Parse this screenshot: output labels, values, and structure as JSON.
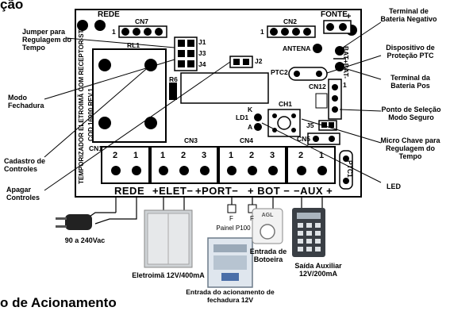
{
  "page": {
    "heading_top": "ção",
    "heading_bottom": "o de Acionamento"
  },
  "board": {
    "connectors": {
      "rede": "REDE",
      "cn7": "CN7",
      "cn7_pin": "1",
      "cn2": "CN2",
      "cn2_pin": "1",
      "fonte": "FONTE",
      "fonte_plus": "+",
      "antena": "ANTENA",
      "rl1": "RL1",
      "j1": "J1",
      "j3": "J3",
      "j4": "J4",
      "j2": "J2",
      "r6": "R6",
      "ptc2": "PTC2",
      "bat": "BAT+BAT-",
      "cn12": "CN12",
      "cn12_pin": "1",
      "ch1": "CH1",
      "ld1": "LD1",
      "k": "K",
      "a": "A",
      "j5": "J5",
      "cn5": "CN5",
      "cn1": "CN1",
      "cn3": "CN3",
      "cn4": "CN4",
      "ptc1": "PTC1"
    },
    "vertical_text": [
      "TEMPORIZADOR ELETROIMÃ COM RECEPTOR-ST",
      "COD 16000 REV.1"
    ],
    "pins": {
      "cn1": [
        "2",
        "1"
      ],
      "cn3": [
        "1",
        "2",
        "3"
      ],
      "cn4": [
        "1",
        "2",
        "3"
      ],
      "cn5": [
        "2",
        "1"
      ]
    },
    "bus_labels": [
      "REDE",
      "+ELET−",
      "+PORT−",
      "+ BOT −",
      "−AUX +"
    ]
  },
  "callouts": {
    "jumper": "Jumper para Regulagem do Tempo",
    "modo_fechadura": "Modo Fechadura",
    "cadastro": "Cadastro de Controles",
    "apagar": "Apagar Controles",
    "bat_neg": "Terminal de Bateria Negativo",
    "ptc": "Dispositivo de Proteção PTC",
    "bat_pos": "Terminal da Bateria Pos",
    "modo_seguro": "Ponto de Seleção Modo Seguro",
    "micro_chave": "Micro Chave para Regulagem do Tempo",
    "led": "LED"
  },
  "devices": {
    "power": "90 a 240Vac",
    "eletroima": "Eletroimã 12V/400mA",
    "porteiro_f1": "F",
    "porteiro_f2": "F",
    "painel": "Painel P100",
    "entrada_fechadura": "Entrada do acionamento de fechadura 12V",
    "agl": "AGL",
    "botoeira": "Entrada de Botoeira",
    "aux": "Saída Auxiliar 12V/200mA"
  }
}
